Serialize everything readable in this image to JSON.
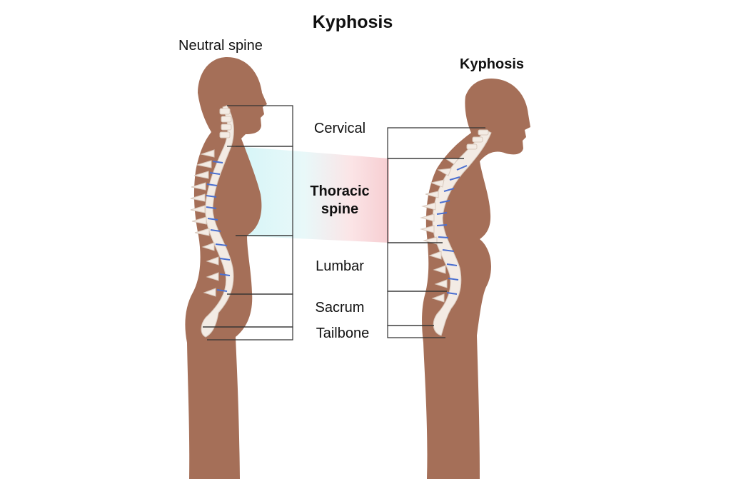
{
  "title": "Kyphosis",
  "figures": {
    "left_label": "Neutral spine",
    "right_label": "Kyphosis"
  },
  "regions": {
    "cervical": "Cervical",
    "thoracic_line1": "Thoracic",
    "thoracic_line2": "spine",
    "lumbar": "Lumbar",
    "sacrum": "Sacrum",
    "tailbone": "Tailbone"
  },
  "colors": {
    "skin": "#a56f58",
    "bone": "#f3ebe4",
    "disc": "#4a6fd0",
    "thoracic_band_blue": "#ccf3f7",
    "thoracic_band_red": "#f9d4d7",
    "bracket_line": "#333333"
  }
}
